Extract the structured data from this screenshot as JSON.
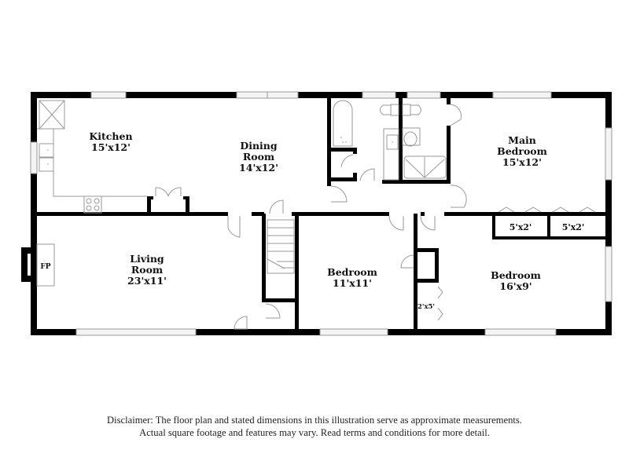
{
  "floorplan": {
    "rooms": {
      "kitchen": {
        "name": "Kitchen",
        "dims": "15'x12'"
      },
      "dining": {
        "name_line1": "Dining",
        "name_line2": "Room",
        "dims": "14'x12'"
      },
      "main_bedroom": {
        "name_line1": "Main",
        "name_line2": "Bedroom",
        "dims": "15'x12'"
      },
      "living": {
        "name_line1": "Living",
        "name_line2": "Room",
        "dims": "23'x11'"
      },
      "bedroom_2": {
        "name": "Bedroom",
        "dims": "11'x11'"
      },
      "bedroom_3": {
        "name": "Bedroom",
        "dims": "16'x9'"
      },
      "closet_1": {
        "dims": "5'x2'"
      },
      "closet_2": {
        "dims": "5'x2'"
      },
      "closet_3": {
        "dims": "2'x5'"
      }
    },
    "fireplace_label": "FP",
    "colors": {
      "wall": "#000000",
      "fixture": "#999999",
      "background": "#ffffff"
    }
  },
  "disclaimer": {
    "line1": "Disclaimer: The floor plan and stated dimensions in this illustration serve as approximate measurements.",
    "line2": "Actual square footage and features may vary. Read terms and conditions for more detail."
  }
}
